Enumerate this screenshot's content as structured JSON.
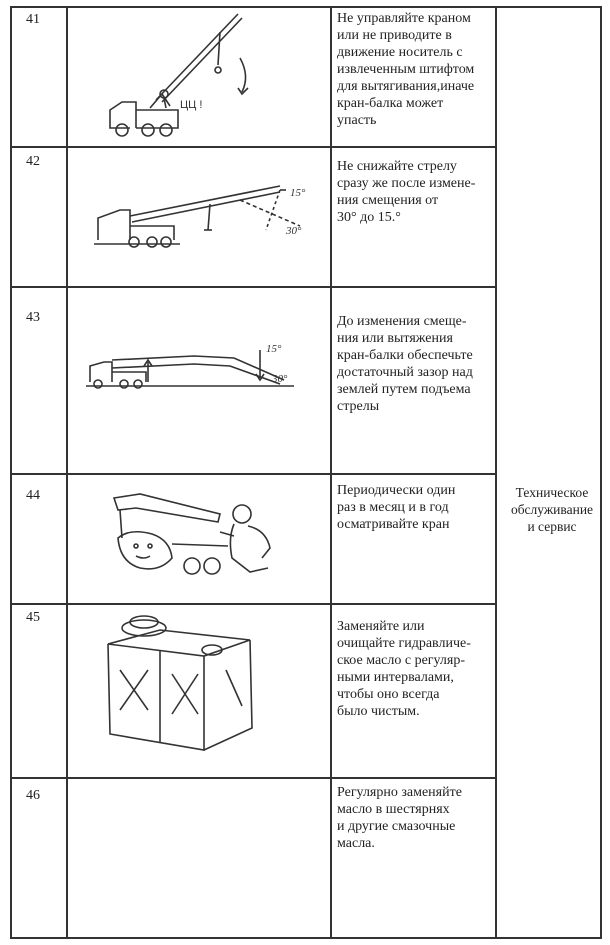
{
  "rows": [
    {
      "number": "41",
      "text": "Не управляйте краном\nили не приводите в\nдвижение носитель с\nизвлеченным штифтом\nдля вытягивания,иначе\nкран-балка может\nупасть",
      "icon": "crane-tilt-illustration",
      "sign_text": "ЦЦ !"
    },
    {
      "number": "42",
      "text": "Не снижайте стрелу\nсразу же после измене-\nния смещения от\n30° до 15.°",
      "icon": "crane-boom-angle-illustration",
      "angle_upper": "15°",
      "angle_lower": "30°"
    },
    {
      "number": "43",
      "text": "До изменения смеще-\nния или вытяжения\nкран-балки обеспечьте\nдостаточный зазор над\nземлей путем подъема\nстрелы",
      "icon": "crane-ground-clearance-illustration",
      "angle_upper": "15°",
      "angle_lower": "30°"
    },
    {
      "number": "44",
      "text": "Периодически один\nраз в месяц и в год\nосматривайте кран",
      "icon": "mechanic-inspection-illustration"
    },
    {
      "number": "45",
      "text": "Заменяйте или\nочищайте гидравличе-\nское масло с регуляр-\nными интервалами,\nчтобы оно всегда\nбыло чистым.",
      "icon": "hydraulic-oil-tank-illustration"
    },
    {
      "number": "46",
      "text": "Регулярно заменяйте\nмасло в шестярнях\nи другие смазочные\nмасла.",
      "icon": ""
    }
  ],
  "category": "Техническое\nобслуживание\nи сервис"
}
